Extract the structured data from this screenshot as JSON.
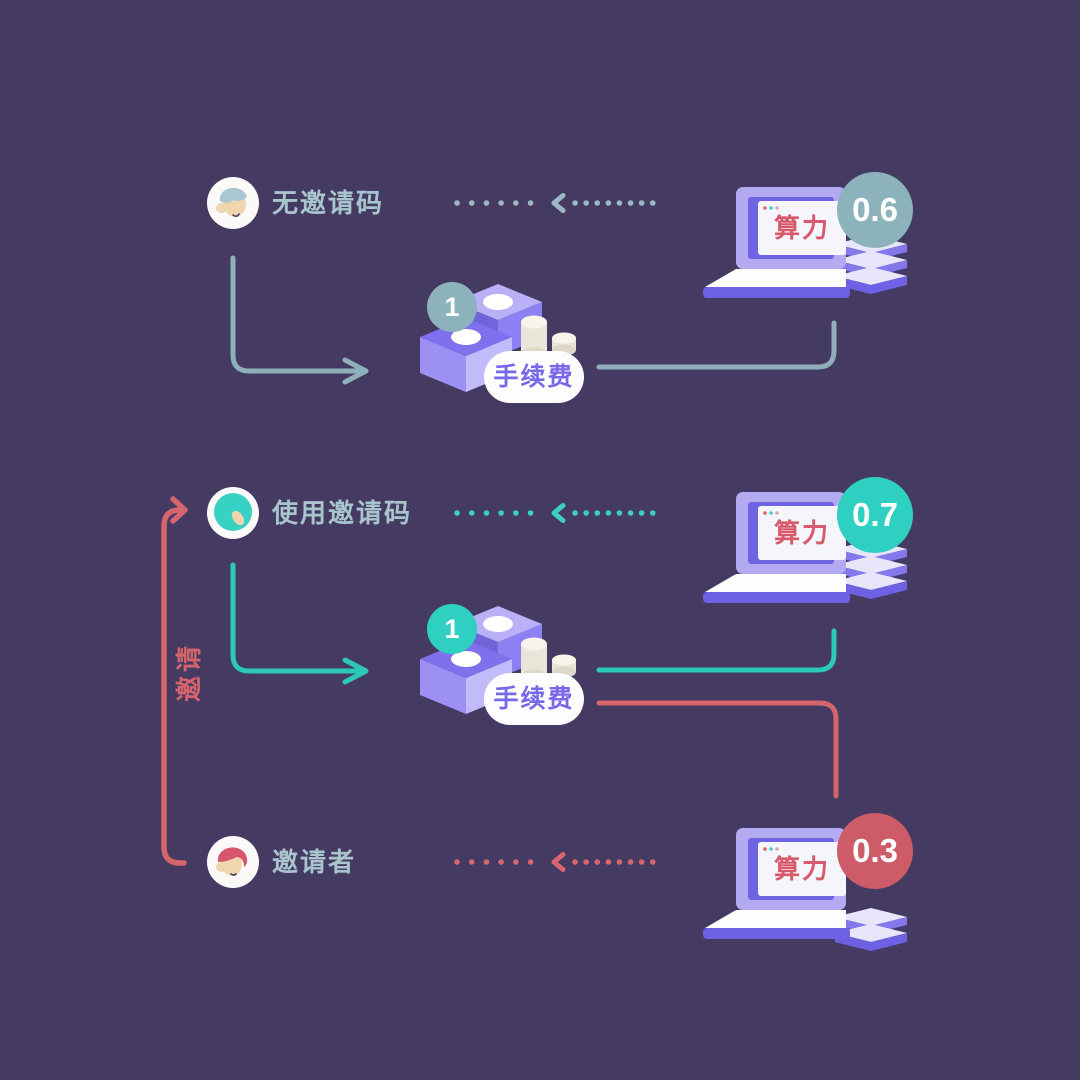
{
  "colors": {
    "background": "#453a62",
    "accent_neutral": "#8fb0ba",
    "accent_teal": "#2cc9ba",
    "accent_red": "#d6646d",
    "laptop_purple": "#6f61e4",
    "power_text_red": "#d8596b",
    "fee_text_purple": "#7668e8",
    "label_text": "#a8c4cc"
  },
  "rows": [
    {
      "user_label": "无邀请码",
      "power_label": "算力",
      "power_value": "0.6",
      "fee_badge": "1",
      "fee_label": "手续费"
    },
    {
      "user_label": "使用邀请码",
      "power_label": "算力",
      "power_value": "0.7",
      "fee_badge": "1",
      "fee_label": "手续费"
    },
    {
      "user_label": "邀请者",
      "power_label": "算力",
      "power_value": "0.3"
    }
  ],
  "invite_edge": {
    "label": "邀请"
  }
}
